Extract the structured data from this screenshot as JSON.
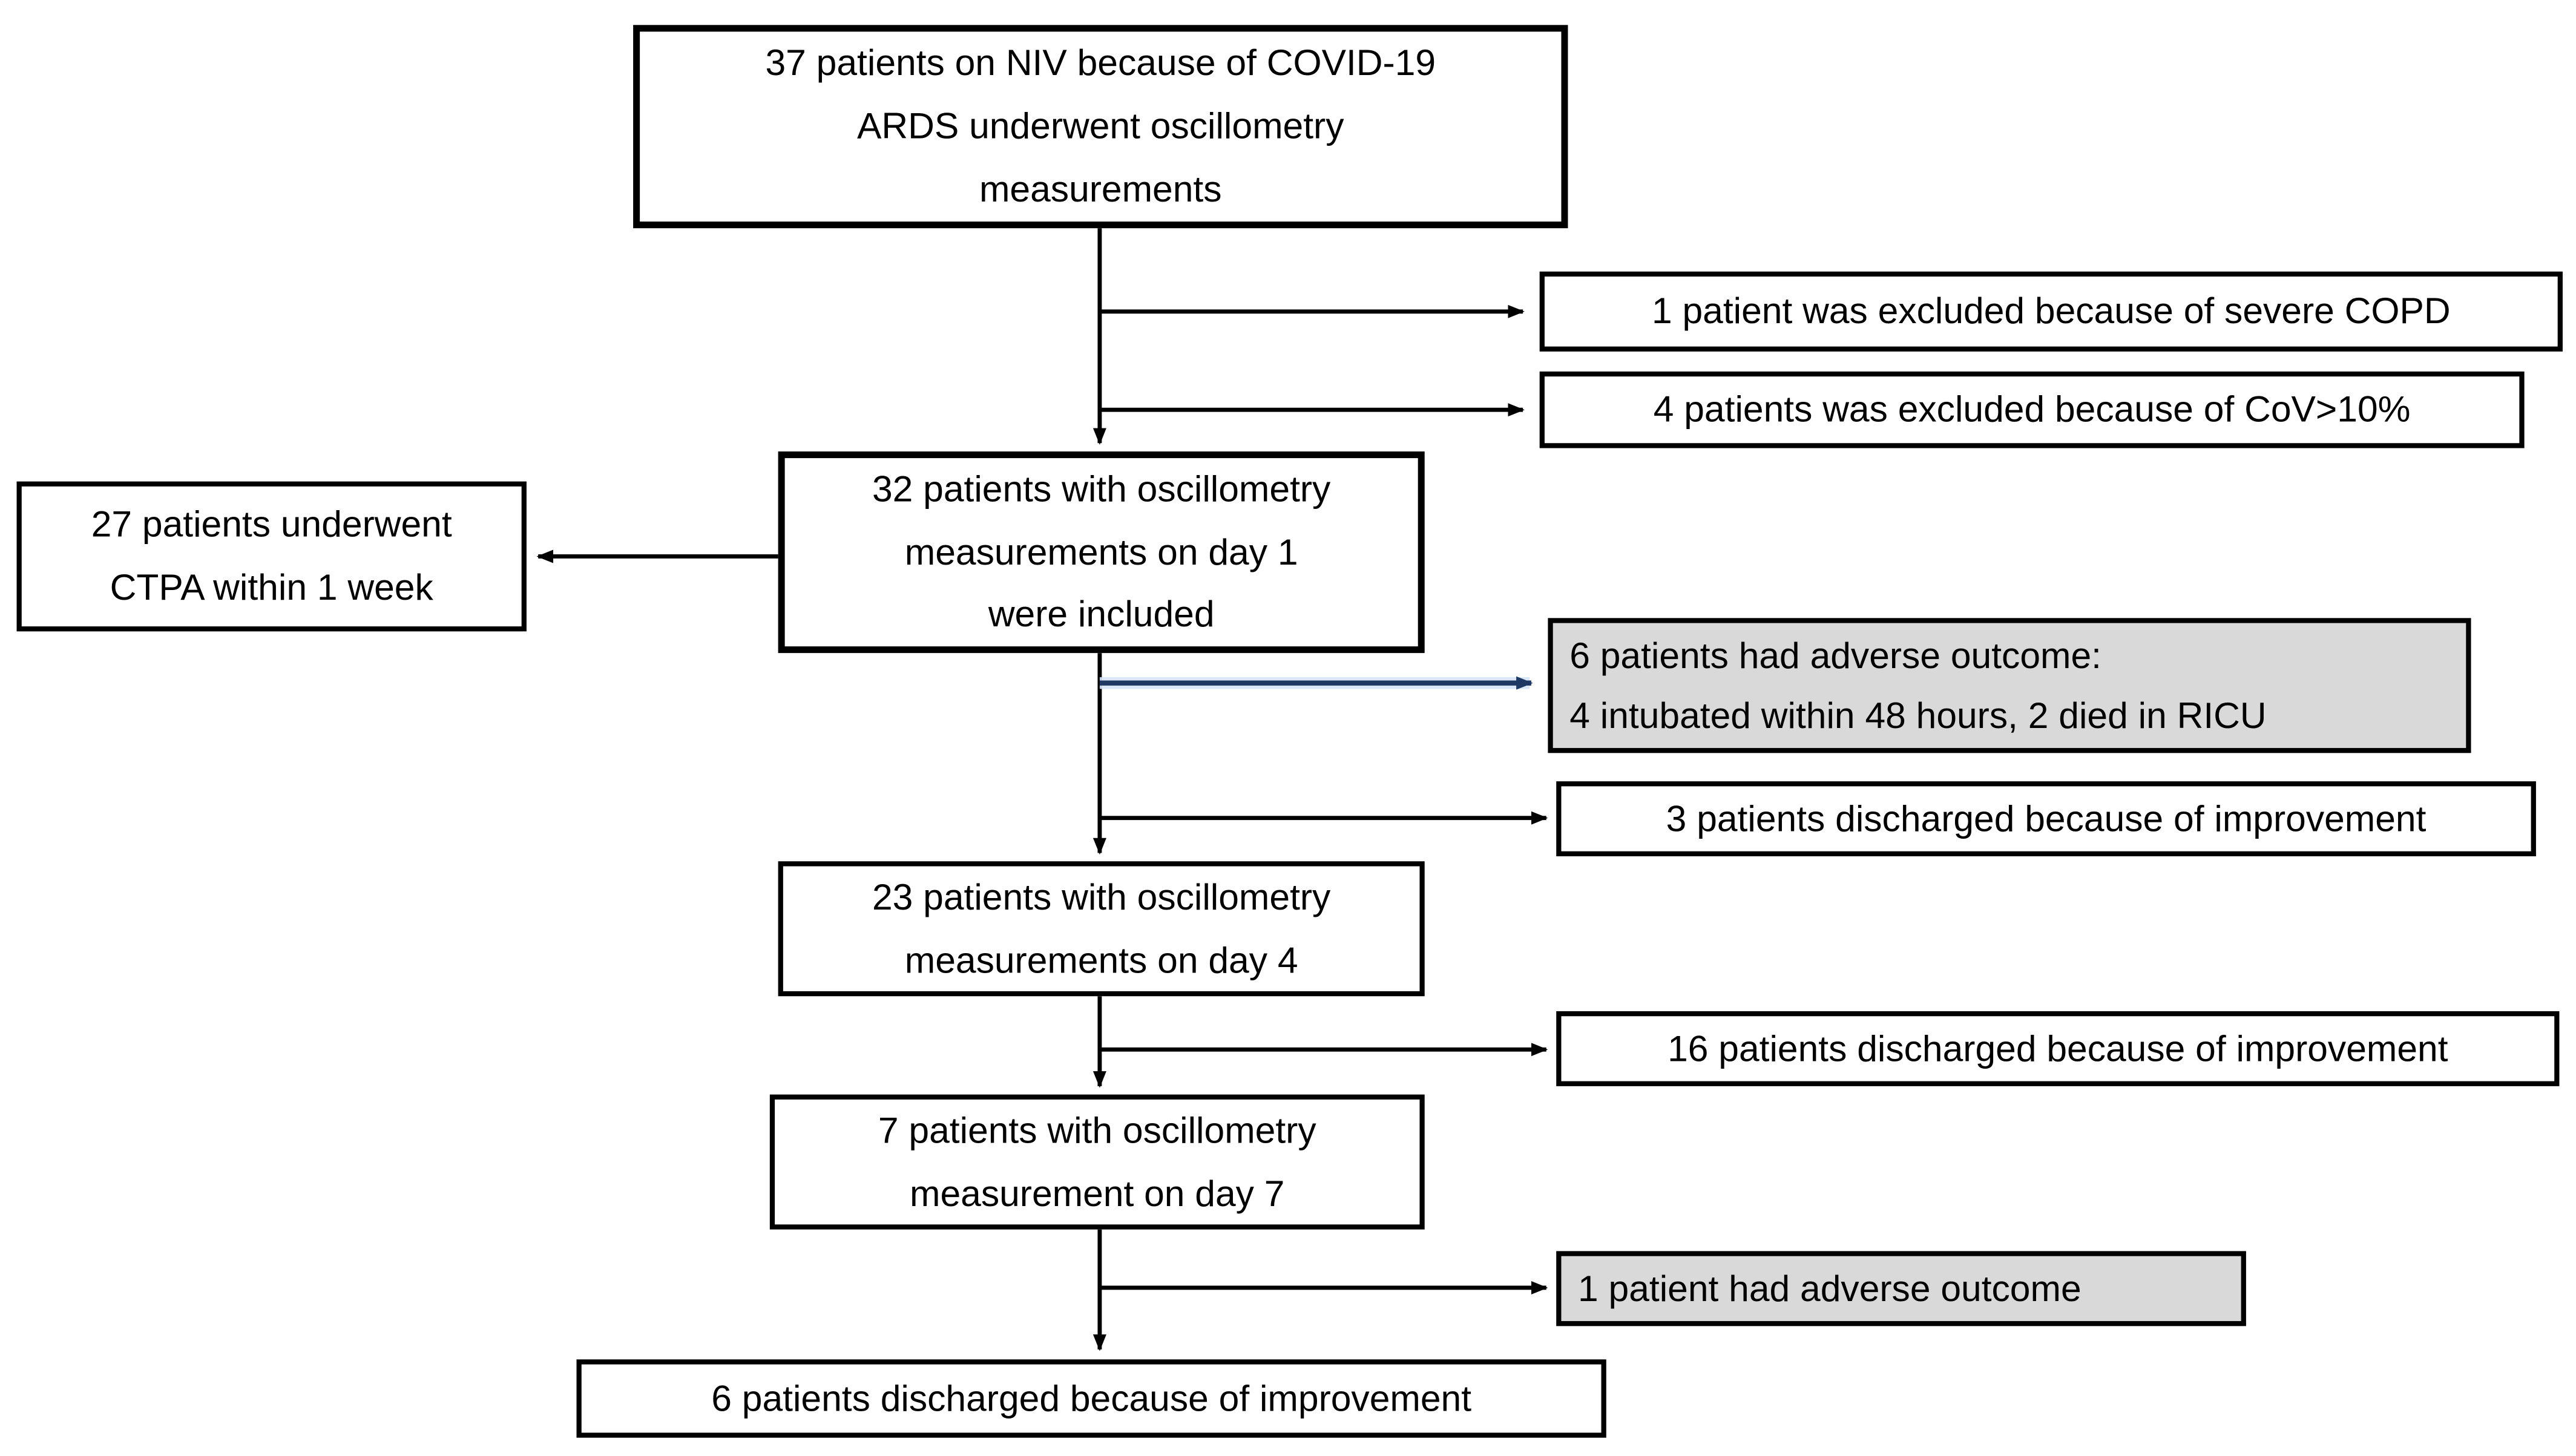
{
  "diagram": {
    "type": "flowchart",
    "title": "Patient flow: oscillometry measurements in COVID-19 ARDS patients on NIV",
    "nodes": {
      "enrolled": {
        "text": "37 patients on NIV because of COVID-19\nARDS underwent oscillometry\nmeasurements"
      },
      "excluded_copd": {
        "text": "1 patient was excluded because of severe COPD"
      },
      "excluded_cov": {
        "text": "4 patients was excluded because of CoV>10%"
      },
      "day1": {
        "text": "32 patients with oscillometry\nmeasurements on day 1\nwere included"
      },
      "ctpa": {
        "text": "27 patients underwent\nCTPA within 1 week"
      },
      "adverse_day1": {
        "text": "6 patients had adverse outcome:\n4 intubated within 48 hours, 2 died in RICU"
      },
      "discharged_day1": {
        "text": "3 patients discharged because of improvement"
      },
      "day4": {
        "text": "23 patients with oscillometry\nmeasurements on day 4"
      },
      "discharged_day4": {
        "text": "16 patients discharged because of improvement"
      },
      "day7": {
        "text": "7 patients with oscillometry\nmeasurement on day 7"
      },
      "adverse_day7": {
        "text": "1 patient had adverse outcome"
      },
      "discharged_day7": {
        "text": "6 patients discharged because of improvement"
      }
    },
    "colors": {
      "background": "#ffffff",
      "box_border": "#000000",
      "box_fill": "#ffffff",
      "shaded_box_fill": "#d9d9d9",
      "arrow": "#000000",
      "accent_arrow": "#1f3864",
      "accent_arrow_glow": "#d6e4f7",
      "text": "#000000"
    }
  }
}
